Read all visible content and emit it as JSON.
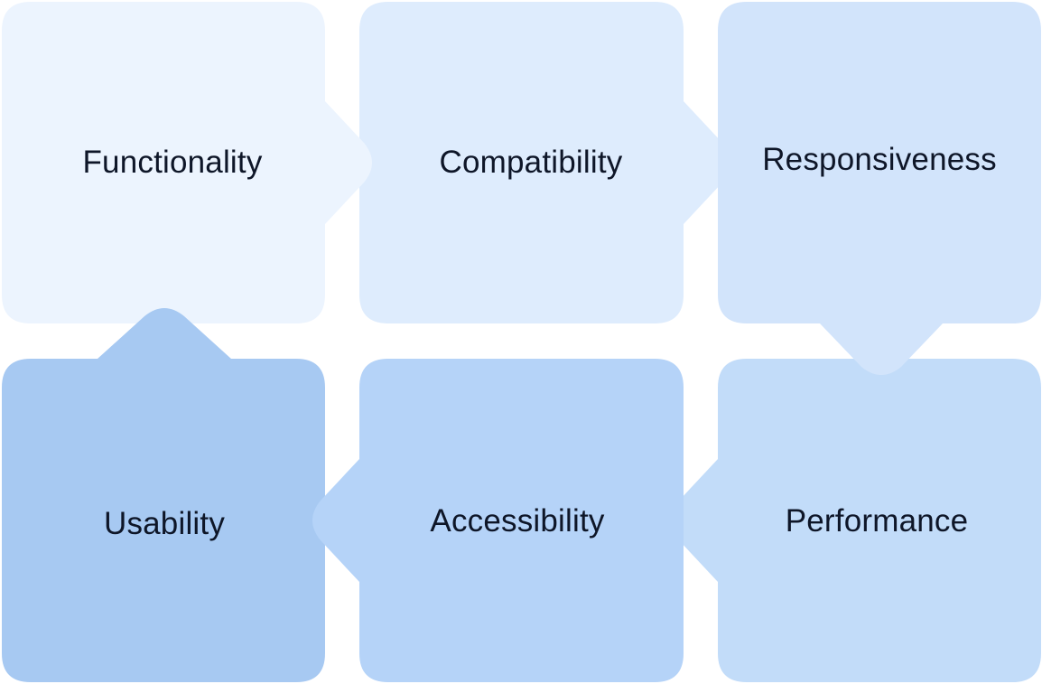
{
  "cycle": {
    "steps": [
      {
        "label": "Functionality",
        "color": "#ecf4fe"
      },
      {
        "label": "Compatibility",
        "color": "#deecfd"
      },
      {
        "label": "Responsiveness",
        "color": "#d2e4fb"
      },
      {
        "label": "Performance",
        "color": "#c2dcf9"
      },
      {
        "label": "Accessibility",
        "color": "#b5d3f8"
      },
      {
        "label": "Usability",
        "color": "#a7c9f2"
      }
    ]
  }
}
